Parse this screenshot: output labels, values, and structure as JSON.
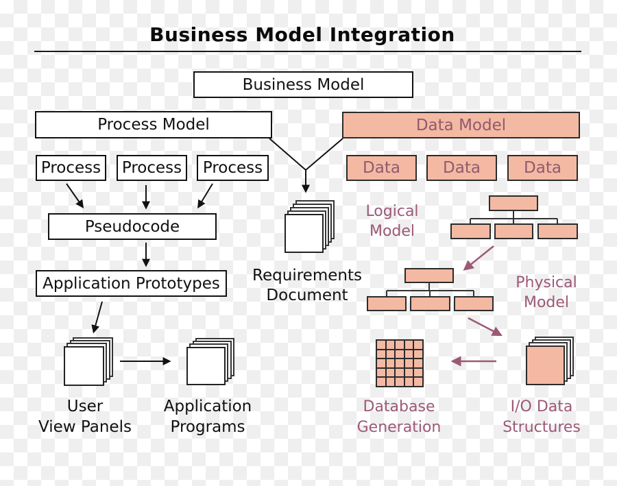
{
  "title": "Business Model Integration",
  "colors": {
    "salmon_fill": "#f4b9a3",
    "pink_box_border": "#2b2b2b",
    "black_line": "#111111",
    "mauve_text": "#9c5976",
    "mauve_box_text": "#8e5b6e",
    "checker_light": "#ffffff",
    "checker_gray": "#efefef"
  },
  "boxes": {
    "business_model": "Business Model",
    "process_model": "Process Model",
    "data_model": "Data Model",
    "process_items": [
      "Process",
      "Process",
      "Process"
    ],
    "data_items": [
      "Data",
      "Data",
      "Data"
    ],
    "pseudocode": "Pseudocode",
    "application_prototypes": "Application Prototypes"
  },
  "labels": {
    "requirements_document": [
      "Requirements",
      "Document"
    ],
    "logical_model": [
      "Logical",
      "Model"
    ],
    "physical_model": [
      "Physical",
      "Model"
    ],
    "user_view_panels": [
      "User",
      "View Panels"
    ],
    "application_programs": [
      "Application",
      "Programs"
    ],
    "database_generation": [
      "Database",
      "Generation"
    ],
    "io_data_structures": [
      "I/O Data",
      "Structures"
    ]
  },
  "icons": {
    "requirements_document": "document-stack-icon",
    "user_view_panels": "document-stack-icon",
    "application_programs": "document-stack-icon",
    "io_data_structures": "document-stack-icon-filled",
    "database_generation": "database-table-grid-icon"
  }
}
